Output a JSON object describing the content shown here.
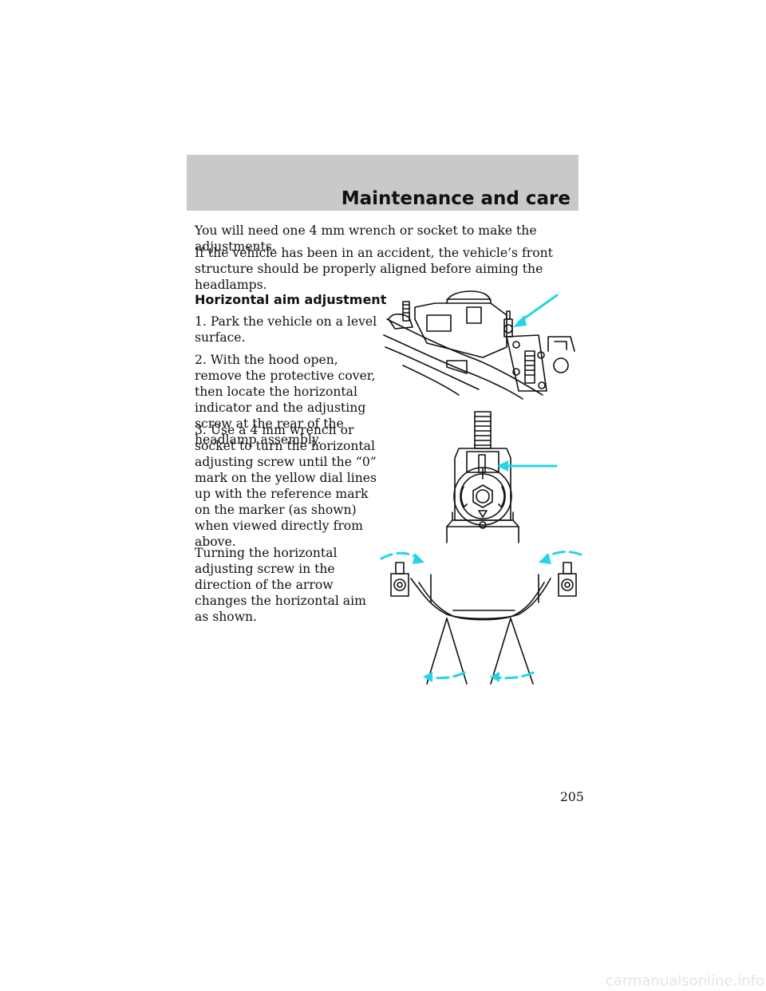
{
  "header": {
    "title": "Maintenance and care"
  },
  "intro": [
    "You will need one 4 mm wrench or socket to make the adjustments.",
    "If the vehicle has been in an accident, the vehicle’s front structure should be properly aligned before aiming the headlamps."
  ],
  "section": {
    "heading": "Horizontal aim adjustment",
    "steps": [
      "1. Park the vehicle on a level surface.",
      "2. With the hood open, remove the protective cover, then locate the horizontal indicator and the adjusting screw at the rear of the headlamp assembly.",
      "3. Use a 4 mm wrench or socket to turn the horizontal adjusting screw until the “0” mark on the yellow dial lines up with the reference mark on the marker (as shown) when viewed directly from above.",
      "Turning the horizontal adjusting screw in the direction of the arrow changes the horizontal aim as shown."
    ]
  },
  "page_number": "205",
  "footer": {
    "watermark": "carmanualsonline.info"
  },
  "colors": {
    "header_bg": "#c9c9c9",
    "arrow": "#27d3e6",
    "line": "#111111"
  }
}
